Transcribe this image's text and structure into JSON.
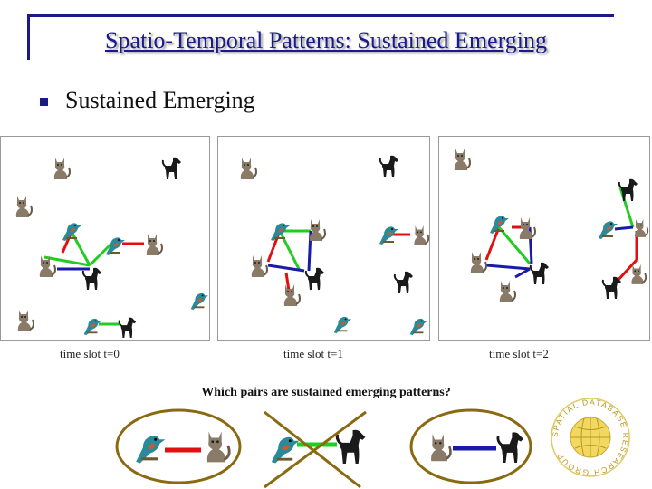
{
  "title": "Spatio-Temporal Patterns: Sustained Emerging",
  "bullet": "Sustained Emerging",
  "slots": [
    "time slot t=0",
    "time slot t=1",
    "time slot t=2"
  ],
  "question": "Which pairs are sustained emerging patterns?",
  "colors": {
    "accent": "#1a1a8c",
    "red": "#e01010",
    "green": "#22cc22",
    "blue": "#1a1aa8",
    "ellipse": "#8a6a10"
  },
  "logo_text": "SPATIAL DATABASE RESEARCH GROUP",
  "icons": [
    "cat-icon",
    "dog-icon",
    "bird-icon",
    "crossed-out-icon"
  ]
}
